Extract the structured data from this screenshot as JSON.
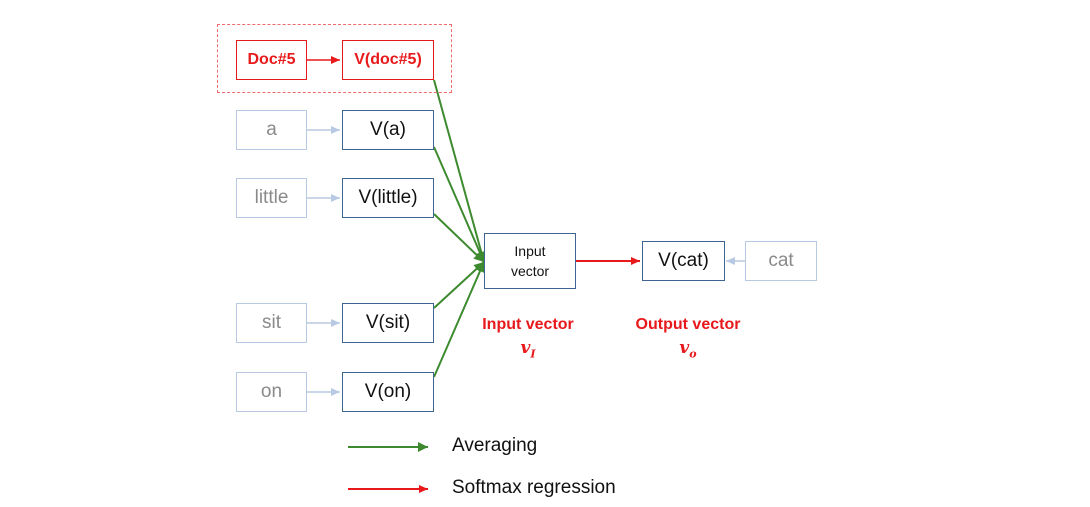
{
  "doc_row": {
    "word": "Doc#5",
    "vector": "V(doc#5)"
  },
  "word_rows": [
    {
      "word": "a",
      "vector": "V(a)"
    },
    {
      "word": "little",
      "vector": "V(little)"
    },
    {
      "word": "sit",
      "vector": "V(sit)"
    },
    {
      "word": "on",
      "vector": "V(on)"
    }
  ],
  "input_box": {
    "line1": "Input",
    "line2": "vector"
  },
  "output": {
    "vector": "V(cat)",
    "word": "cat"
  },
  "labels": {
    "input_vector": "Input vector",
    "input_symbol": "v",
    "input_sub": "I",
    "output_vector": "Output vector",
    "output_symbol": "v",
    "output_sub": "o"
  },
  "legend": [
    {
      "label": "Averaging",
      "color": "#3d8a2f"
    },
    {
      "label": "Softmax regression",
      "color": "#e8191b"
    }
  ],
  "colors": {
    "green": "#3d8a2f",
    "red": "#e8191b",
    "light_blue": "#b8c9e4",
    "dark_blue": "#3e6591"
  }
}
